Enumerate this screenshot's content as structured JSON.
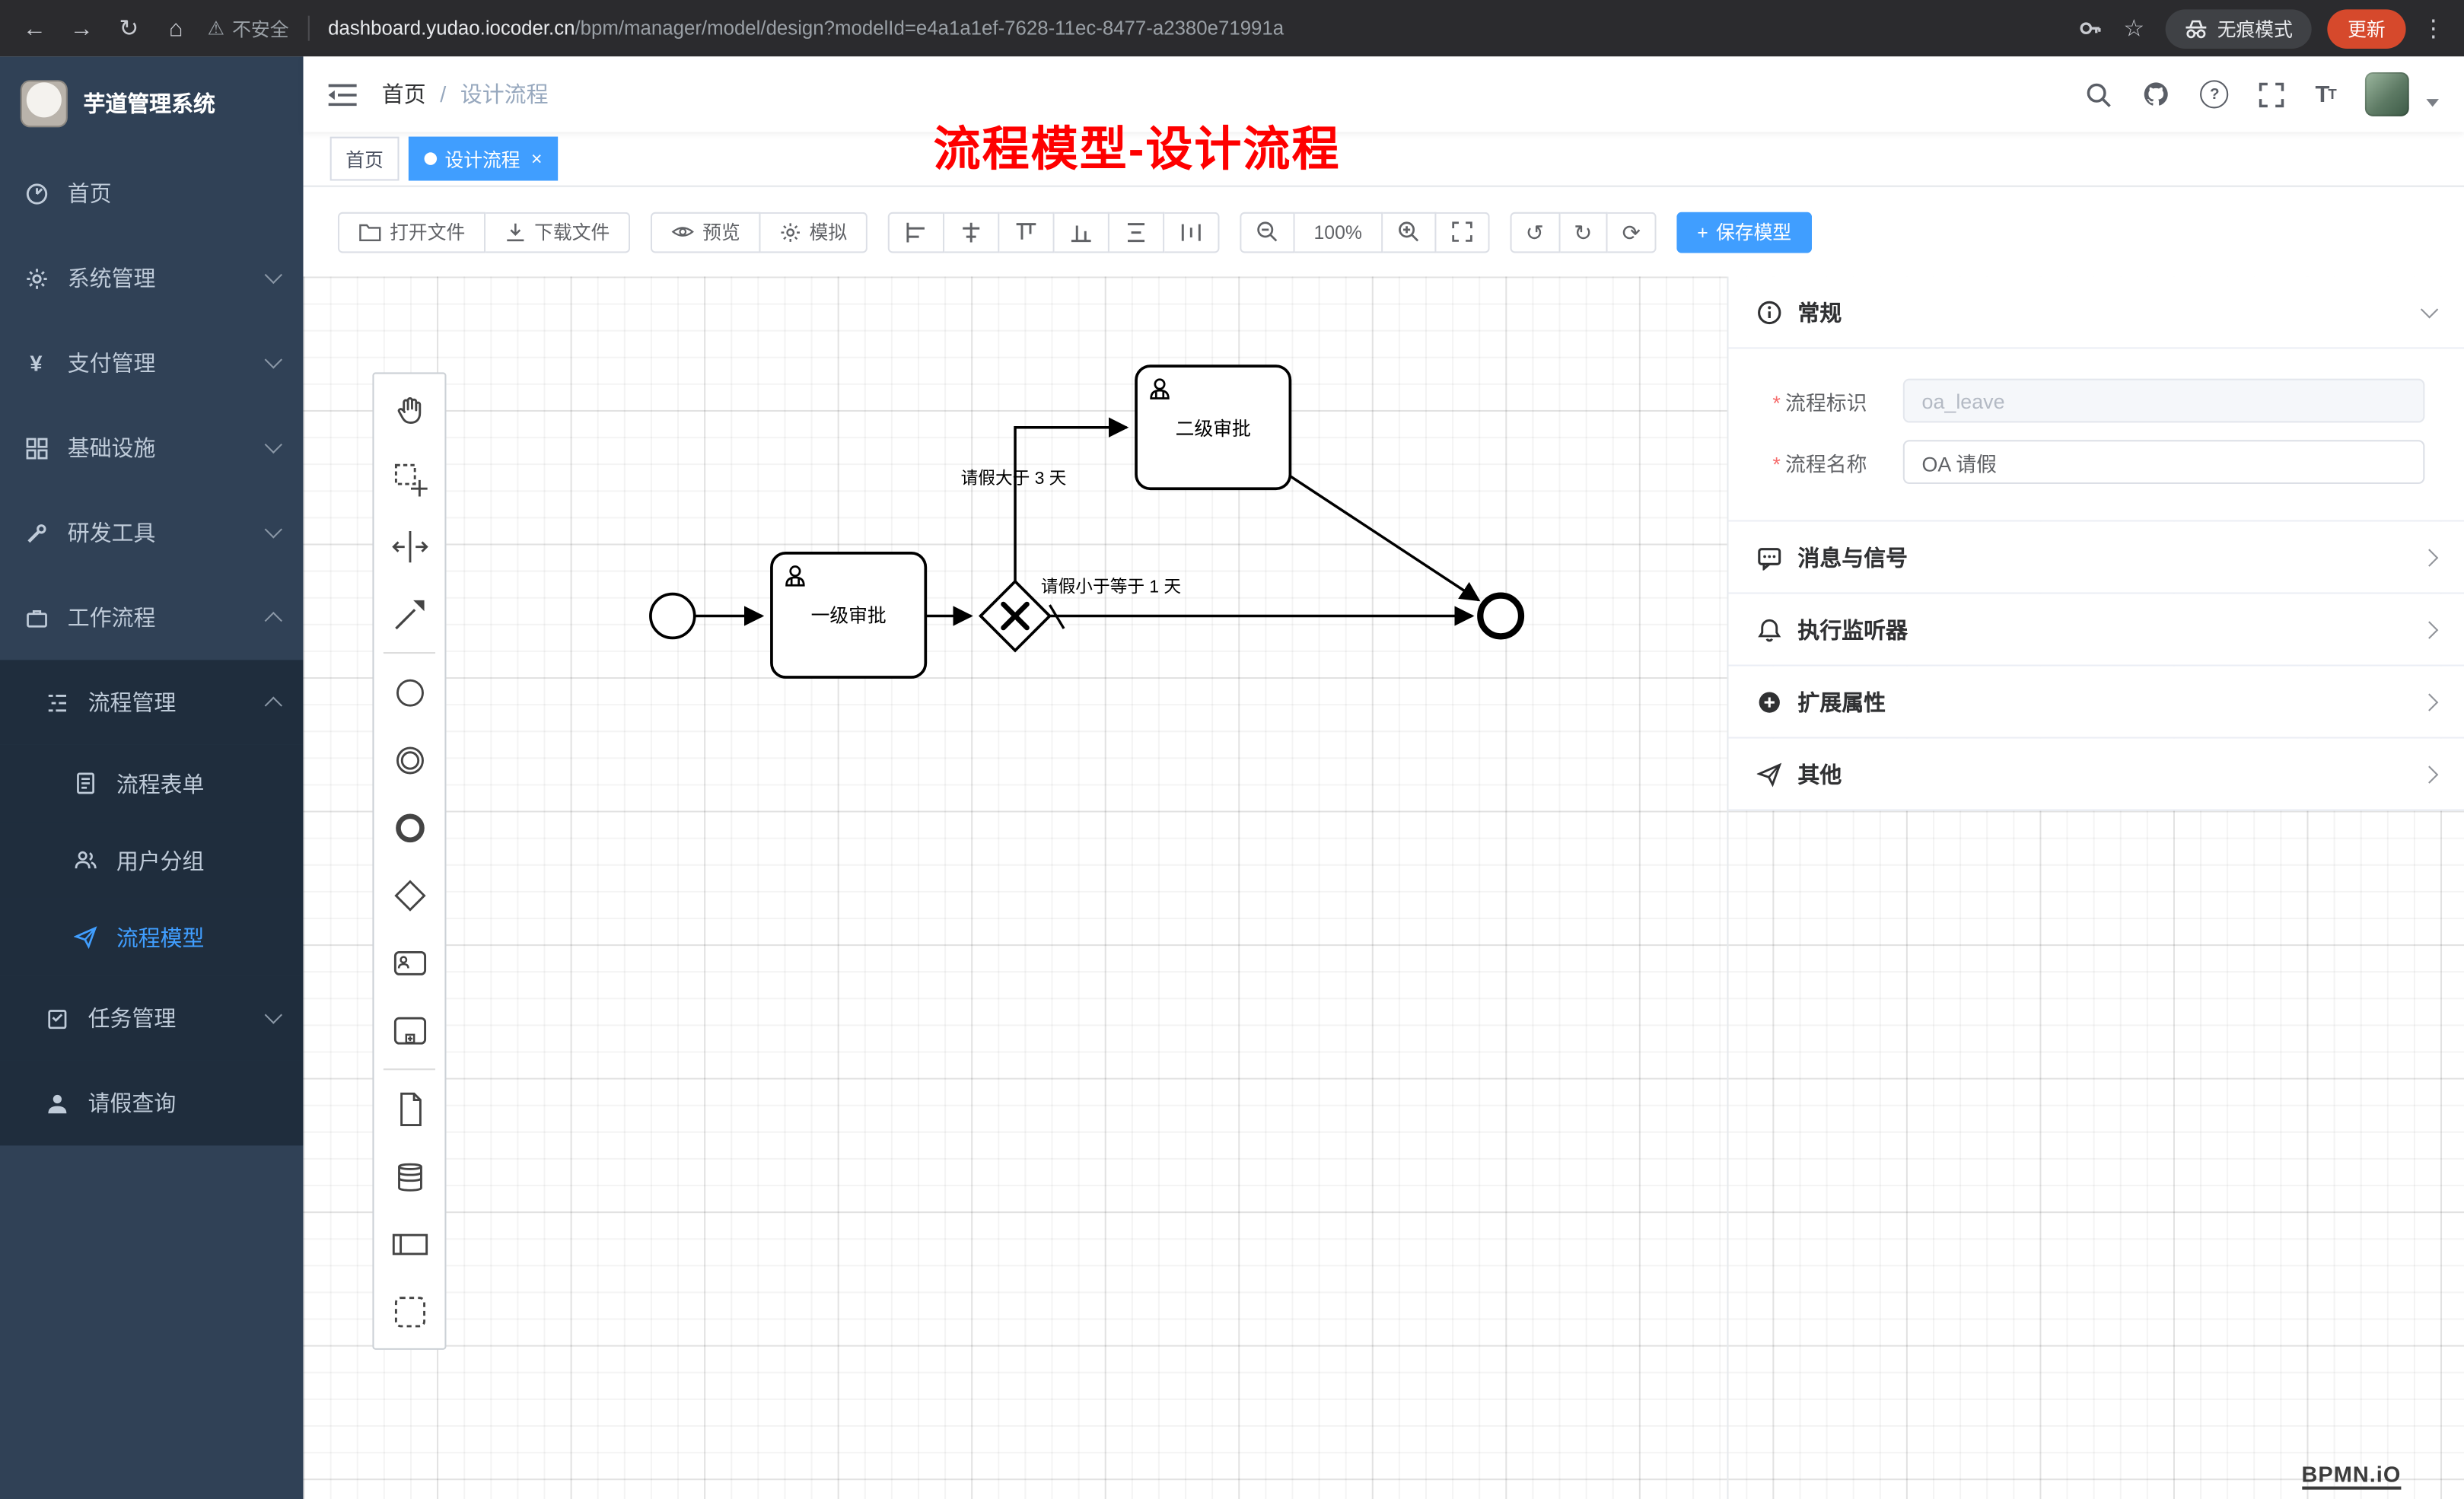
{
  "browser": {
    "security": "不安全",
    "url_host": "dashboard.yudao.iocoder.cn",
    "url_path": "/bpm/manager/model/design?modelId=e4a1a1ef-7628-11ec-8477-a2380e71991a",
    "incognito": "无痕模式",
    "update": "更新"
  },
  "sidebar": {
    "title": "芋道管理系统",
    "menu": [
      {
        "label": "首页"
      },
      {
        "label": "系统管理"
      },
      {
        "label": "支付管理"
      },
      {
        "label": "基础设施"
      },
      {
        "label": "研发工具"
      },
      {
        "label": "工作流程"
      },
      {
        "label": "流程管理"
      },
      {
        "label": "流程表单"
      },
      {
        "label": "用户分组"
      },
      {
        "label": "流程模型"
      },
      {
        "label": "任务管理"
      },
      {
        "label": "请假查询"
      }
    ]
  },
  "navbar": {
    "breadcrumb_root": "首页",
    "breadcrumb_sep": "/",
    "breadcrumb_current": "设计流程"
  },
  "annotation": "流程模型-设计流程",
  "tags": {
    "home": "首页",
    "active": "设计流程",
    "close": "×"
  },
  "toolbar": {
    "open": "打开文件",
    "download": "下载文件",
    "preview": "预览",
    "simulate": "模拟",
    "zoom": "100%",
    "save": "保存模型",
    "save_plus": "+"
  },
  "diagram": {
    "task1": "一级审批",
    "task2": "二级审批",
    "label_gt3": "请假大于 3 天",
    "label_le1": "请假小于等于 1 天",
    "watermark": "BPMN.iO"
  },
  "props": {
    "sections": {
      "general": "常规",
      "message": "消息与信号",
      "listener": "执行监听器",
      "extension": "扩展属性",
      "other": "其他"
    },
    "field1": {
      "label": "流程标识",
      "value": "oa_leave"
    },
    "field2": {
      "label": "流程名称",
      "value": "OA 请假"
    }
  }
}
